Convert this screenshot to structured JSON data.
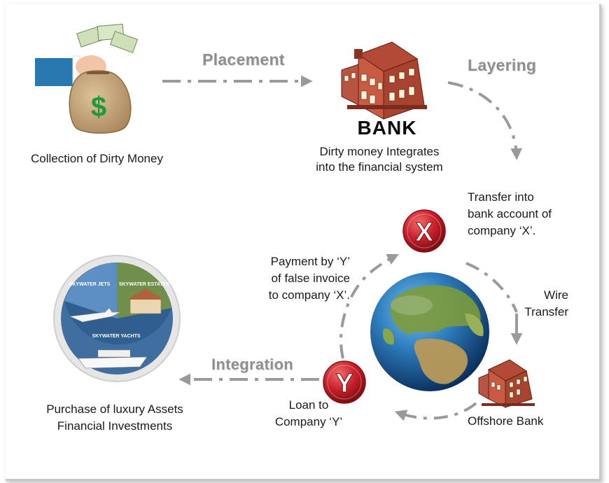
{
  "steps": {
    "placement": "Placement",
    "layering": "Layering",
    "integration": "Integration"
  },
  "captions": {
    "collection": "Collection of Dirty Money",
    "bank_word": "BANK",
    "integrates_line1": "Dirty money Integrates",
    "integrates_line2": "into the financial system",
    "transfer_line1": "Transfer into",
    "transfer_line2": "bank account of",
    "transfer_line3": "company ‘X’.",
    "wire_line1": "Wire",
    "wire_line2": "Transfer",
    "payment_line1": "Payment by ‘Y’",
    "payment_line2": "of false invoice",
    "payment_line3": "to company ‘X’.",
    "loan_line1": "Loan to",
    "loan_line2": "Company ‘Y’",
    "offshore": "Offshore Bank",
    "purchase_line1": "Purchase of luxury Assets",
    "purchase_line2": "Financial Investments"
  },
  "markers": {
    "x": "X",
    "y": "Y"
  },
  "bag_symbol": "$",
  "luxury_labels": {
    "jets": "SKYWATER JETS",
    "estates": "SKYWATER ESTATES",
    "yachts": "SKYWATER YACHTS"
  },
  "colors": {
    "arrow": "#9a9a9a",
    "step_text": "#8f8f8f",
    "marker_red": "#c8202a",
    "dollar_green": "#1e9a3a",
    "sleeve_blue": "#2a78b0",
    "bag_tan": "#c8a878"
  }
}
